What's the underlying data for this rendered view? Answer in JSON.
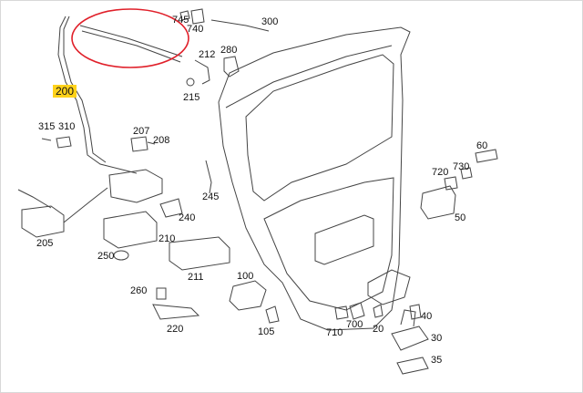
{
  "diagram": {
    "highlight_color": "#ffd21a",
    "circle_color": "#e0202a",
    "highlighted_part": "200",
    "part_labels": [
      "745",
      "740",
      "300",
      "212",
      "280",
      "215",
      "315",
      "310",
      "207",
      "208",
      "245",
      "240",
      "205",
      "210",
      "250",
      "211",
      "60",
      "720",
      "730",
      "50",
      "100",
      "260",
      "220",
      "105",
      "710",
      "700",
      "20",
      "40",
      "30",
      "35"
    ]
  }
}
